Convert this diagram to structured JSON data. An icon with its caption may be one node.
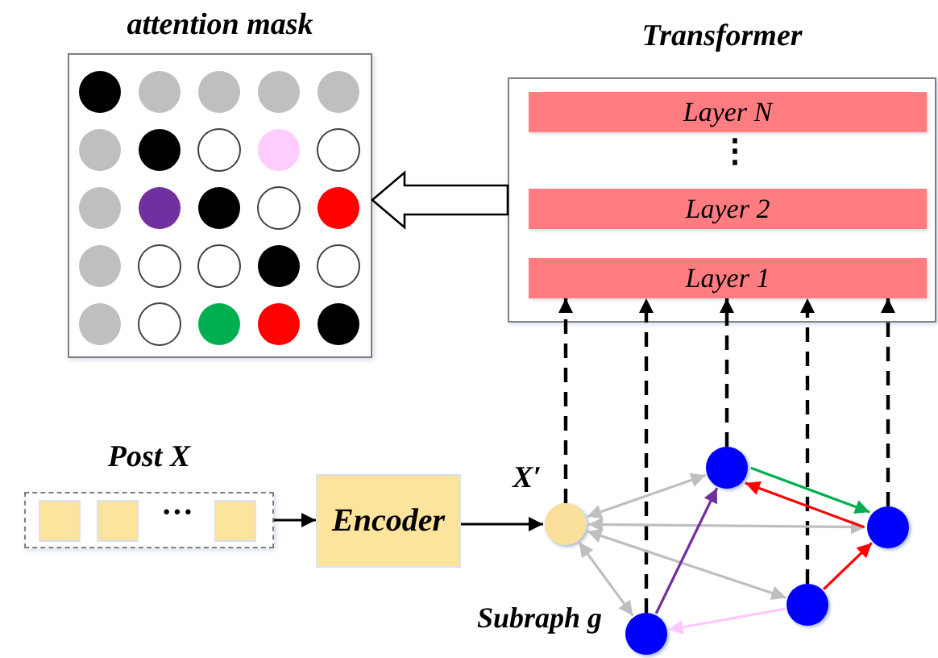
{
  "diagram": {
    "nodes": [
      {
        "text": [
          "attention mask"
        ]
      },
      {
        "text": [
          "Transformer"
        ]
      },
      {
        "text": [
          "Layer N"
        ],
        "in": 1
      },
      {
        "text": [
          "Layer 2"
        ],
        "in": 1
      },
      {
        "text": [
          "Layer 1"
        ],
        "in": 1
      },
      {
        "text": [
          "Post X"
        ]
      },
      {
        "text": [],
        "shape": "box",
        "in": 5
      },
      {
        "text": [],
        "shape": "box",
        "in": 5
      },
      {
        "text": [],
        "shape": "box",
        "in": 5
      },
      {
        "text": [
          "Encoder"
        ]
      },
      {
        "text": [],
        "shape": "circle",
        "beside": [
          "X′"
        ]
      },
      {
        "text": [],
        "shape": "circle"
      },
      {
        "text": [],
        "shape": "circle"
      },
      {
        "text": [],
        "shape": "circle"
      },
      {
        "text": [],
        "shape": "circle"
      }
    ],
    "edges": [
      {
        "from": 1,
        "to": 0,
        "arrow": "to",
        "style": "thick"
      },
      {
        "from": 5,
        "to": 9,
        "arrow": "to"
      },
      {
        "from": 9,
        "to": 10,
        "arrow": "to"
      },
      {
        "from": 10,
        "to": 4,
        "arrow": "to",
        "style": "dashed"
      },
      {
        "from": 11,
        "to": 4,
        "arrow": "to",
        "style": "dashed"
      },
      {
        "from": 12,
        "to": 4,
        "arrow": "to",
        "style": "dashed"
      },
      {
        "from": 13,
        "to": 4,
        "arrow": "to",
        "style": "dashed"
      },
      {
        "from": 14,
        "to": 4,
        "arrow": "to",
        "style": "dashed"
      },
      {
        "from": 10,
        "to": 12,
        "arrow": "both",
        "color": "#bfbfbf"
      },
      {
        "from": 10,
        "to": 14,
        "arrow": "both",
        "color": "#bfbfbf"
      },
      {
        "from": 10,
        "to": 13,
        "arrow": "both",
        "color": "#bfbfbf"
      },
      {
        "from": 10,
        "to": 11,
        "arrow": "both",
        "color": "#bfbfbf"
      },
      {
        "from": 14,
        "to": 12,
        "arrow": "to",
        "color": "#ff0000"
      },
      {
        "from": 12,
        "to": 14,
        "arrow": "to",
        "color": "#00b050"
      },
      {
        "from": 13,
        "to": 14,
        "arrow": "to",
        "color": "#ff0000"
      },
      {
        "from": 13,
        "to": 11,
        "arrow": "to",
        "color": "#ffc8ff"
      },
      {
        "from": 11,
        "to": 12,
        "arrow": "to",
        "color": "#7030a0"
      }
    ],
    "labels": [
      "⋮",
      "···",
      "Subraph g"
    ]
  }
}
